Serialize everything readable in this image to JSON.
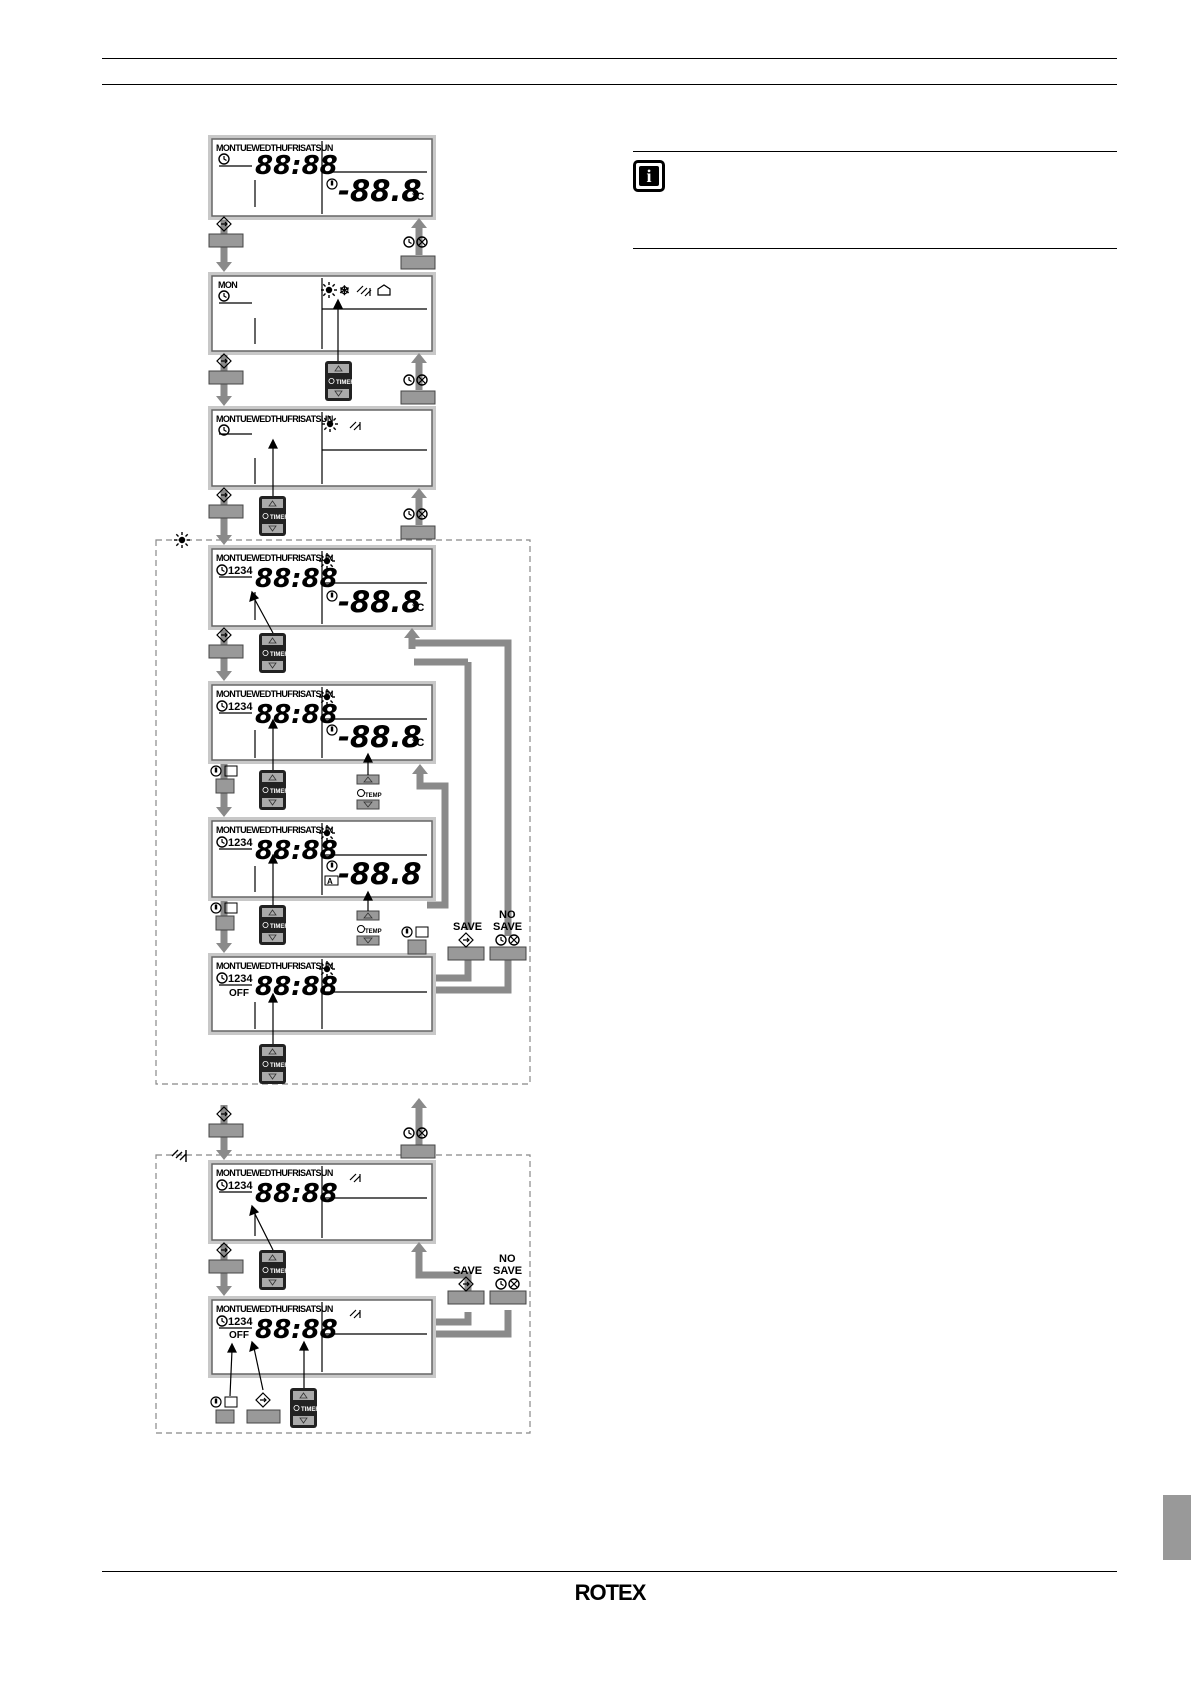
{
  "logo": {
    "text": "ROTEX"
  },
  "lcd": {
    "days_full": "MONTUEWEDTHUFRISATSUN",
    "day_mon": "MON",
    "time": "88:88",
    "temp_c": "-88.8",
    "temp_plain": "-88.8",
    "unit": "°C",
    "program_no": "1234",
    "off": "OFF"
  },
  "buttons": {
    "timer": "TIMER",
    "temp": "TEMP",
    "save": "SAVE",
    "no_save_line1": "NO",
    "no_save_line2": "SAVE",
    "auto": "A"
  },
  "icons": {
    "sun": "sun-icon",
    "snow": "snowflake-icon",
    "shower": "hot-water-icon",
    "info": "info-icon"
  },
  "info": {
    "glyph": "i"
  }
}
